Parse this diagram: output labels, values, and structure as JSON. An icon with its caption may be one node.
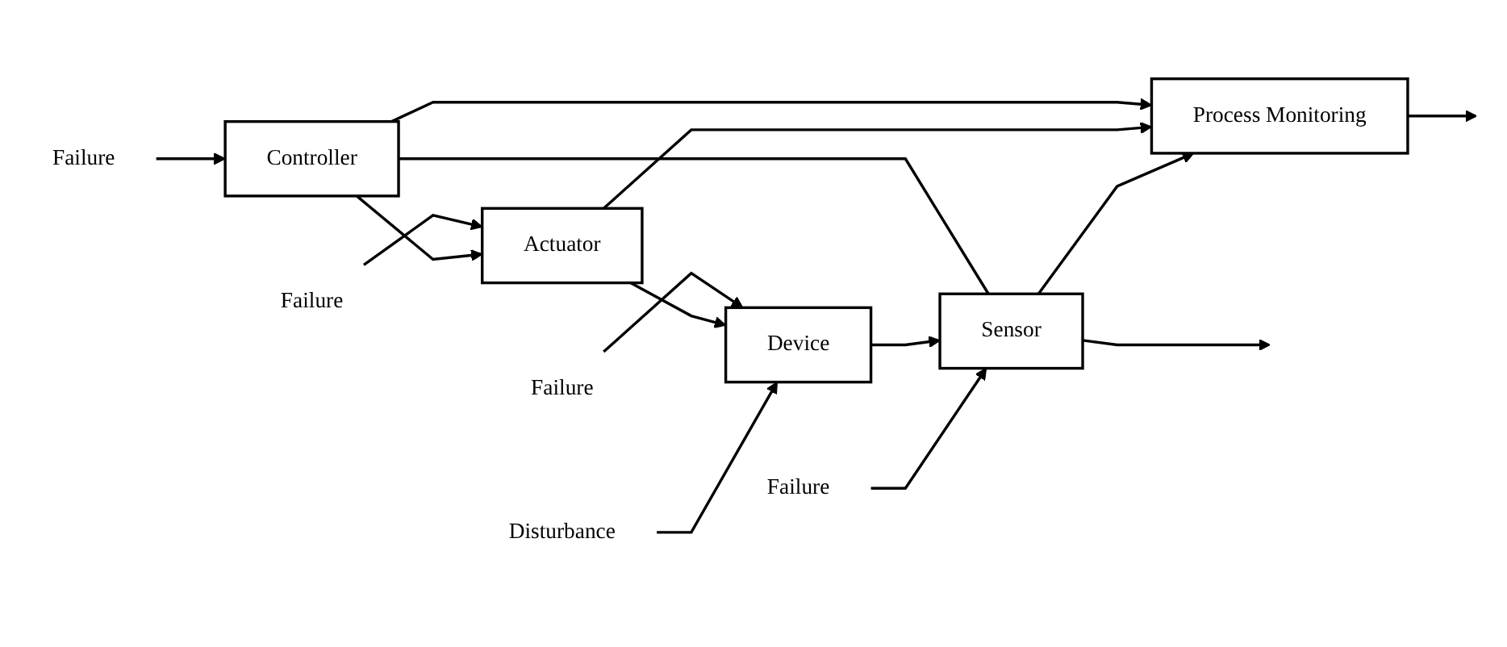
{
  "diagram": {
    "nodes": [
      {
        "text": [
          "Controller"
        ]
      },
      {
        "text": [
          "Failure"
        ]
      },
      {
        "text": [
          "Disturbance"
        ]
      },
      {
        "text": [
          "Failure"
        ]
      },
      {
        "text": [
          "Actuator"
        ]
      },
      {
        "text": [
          "Device"
        ]
      },
      {
        "text": [
          "Sensor"
        ]
      },
      {
        "text": [
          "Failure"
        ]
      },
      {
        "text": [
          "Failure"
        ]
      },
      {
        "text": [
          "Process Monitoring"
        ]
      }
    ],
    "edges": [
      {
        "from": 1,
        "to": 0,
        "arrow": "to"
      },
      {
        "from": 2,
        "to": 5,
        "arrow": "to"
      },
      {
        "from": 3,
        "to": 6,
        "arrow": "to"
      },
      {
        "from": 0,
        "to": 4,
        "arrow": "to"
      },
      {
        "from": 4,
        "to": 5,
        "arrow": "to"
      },
      {
        "from": 5,
        "to": 6,
        "arrow": "to"
      },
      {
        "from": 6,
        "to": null,
        "arrow": "to"
      },
      {
        "from": 7,
        "to": 4,
        "arrow": "to"
      },
      {
        "from": 8,
        "to": 5,
        "arrow": "to"
      },
      {
        "from": 6,
        "to": 0,
        "arrow": "none"
      },
      {
        "from": 6,
        "to": 9,
        "arrow": "to"
      },
      {
        "from": 4,
        "to": 9,
        "arrow": "to"
      },
      {
        "from": 0,
        "to": 9,
        "arrow": "to"
      },
      {
        "from": 9,
        "to": null,
        "arrow": "to"
      }
    ]
  }
}
